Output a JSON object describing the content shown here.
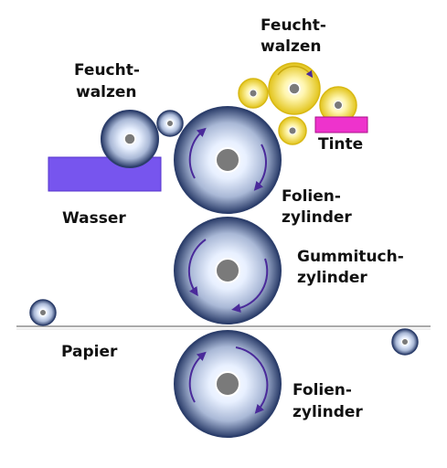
{
  "labels": {
    "feucht_left_1": "Feucht-",
    "feucht_left_2": "walzen",
    "feucht_right_1": "Feucht-",
    "feucht_right_2": "walzen",
    "tinte": "Tinte",
    "wasser": "Wasser",
    "folien_top_1": "Folien-",
    "folien_top_2": "zylinder",
    "gummi_1": "Gummituch-",
    "gummi_2": "zylinder",
    "papier": "Papier",
    "folien_bottom_1": "Folien-",
    "folien_bottom_2": "zylinder"
  },
  "colors": {
    "cylinder_dark": "#2c3e6b",
    "cylinder_light": "#f4f8ff",
    "hub": "#7a7a7a",
    "arrow": "#4a2a9a",
    "ink_roller": "#e8d22a",
    "ink_tray": "#ee33cc",
    "water_tray": "#7755ee",
    "paper_line": "#aaaaaa"
  }
}
